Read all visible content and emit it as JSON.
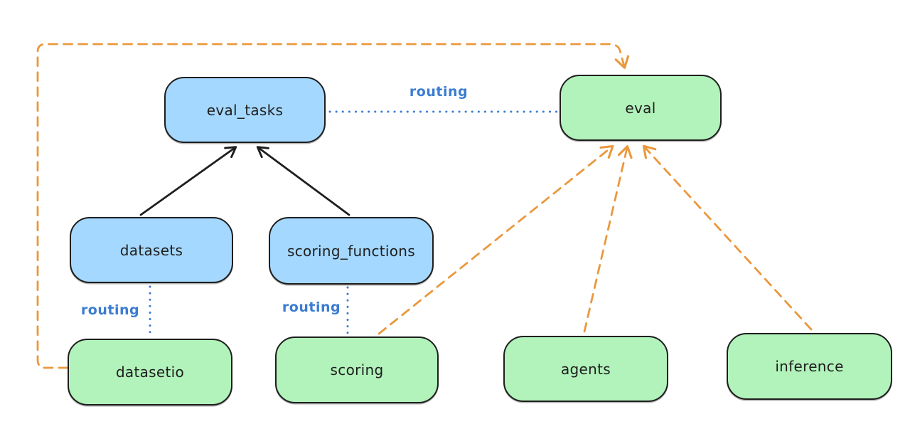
{
  "diagram": {
    "nodes": [
      {
        "id": "eval_tasks",
        "label": "eval_tasks",
        "fill": "#a5d8ff"
      },
      {
        "id": "eval",
        "label": "eval",
        "fill": "#b2f2bb"
      },
      {
        "id": "datasets",
        "label": "datasets",
        "fill": "#a5d8ff"
      },
      {
        "id": "scoring_functions",
        "label": "scoring_functions",
        "fill": "#a5d8ff"
      },
      {
        "id": "datasetio",
        "label": "datasetio",
        "fill": "#b2f2bb"
      },
      {
        "id": "scoring",
        "label": "scoring",
        "fill": "#b2f2bb"
      },
      {
        "id": "agents",
        "label": "agents",
        "fill": "#b2f2bb"
      },
      {
        "id": "inference",
        "label": "inference",
        "fill": "#b2f2bb"
      }
    ],
    "edges": [
      {
        "from": "datasets",
        "to": "eval_tasks",
        "style": "solid",
        "color": "#1e1e1e",
        "arrowhead": "end",
        "label": ""
      },
      {
        "from": "scoring_functions",
        "to": "eval_tasks",
        "style": "solid",
        "color": "#1e1e1e",
        "arrowhead": "end",
        "label": ""
      },
      {
        "from": "eval_tasks",
        "to": "eval",
        "style": "dotted",
        "color": "#3b7cd2",
        "arrowhead": "none",
        "label": "routing"
      },
      {
        "from": "datasets",
        "to": "datasetio",
        "style": "dotted",
        "color": "#3b7cd2",
        "arrowhead": "none",
        "label": "routing"
      },
      {
        "from": "scoring_functions",
        "to": "scoring",
        "style": "dotted",
        "color": "#3b7cd2",
        "arrowhead": "none",
        "label": "routing"
      },
      {
        "from": "datasetio",
        "to": "eval",
        "style": "dashed",
        "color": "#ea983d",
        "arrowhead": "end",
        "label": ""
      },
      {
        "from": "scoring",
        "to": "eval",
        "style": "dashed",
        "color": "#ea983d",
        "arrowhead": "end",
        "label": ""
      },
      {
        "from": "agents",
        "to": "eval",
        "style": "dashed",
        "color": "#ea983d",
        "arrowhead": "end",
        "label": ""
      },
      {
        "from": "inference",
        "to": "eval",
        "style": "dashed",
        "color": "#ea983d",
        "arrowhead": "end",
        "label": ""
      }
    ],
    "colors": {
      "background": "#ffffff",
      "node_stroke": "#1e1e1e",
      "api_fill_blue": "#a5d8ff",
      "provider_fill_green": "#b2f2bb",
      "routing_blue": "#3b7cd2",
      "provider_arrow_orange": "#ea983d",
      "solid_arrow_black": "#1e1e1e"
    }
  }
}
